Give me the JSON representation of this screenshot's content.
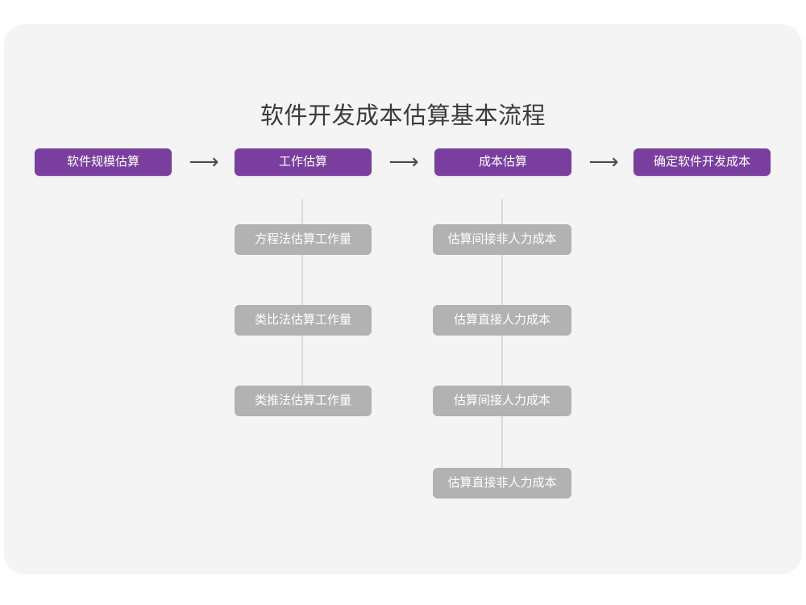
{
  "diagram": {
    "title": "软件开发成本估算基本流程",
    "colors": {
      "canvas_background": "#f4f4f4",
      "page_background": "#ffffff",
      "stage_fill": "#7a3f9e",
      "stage_text": "#ffffff",
      "sub_fill": "#b2b2b2",
      "sub_text": "#ffffff",
      "connector": "#d9d9d9",
      "arrow": "#4a4a4a",
      "title_text": "#3b3b3b"
    },
    "arrows": {
      "glyph": "⟶",
      "name": "right-arrow-icon",
      "count": 3
    },
    "stages": [
      {
        "label": "软件规模估算",
        "children": []
      },
      {
        "label": "工作估算",
        "children": [
          "方程法估算工作量",
          "类比法估算工作量",
          "类推法估算工作量"
        ]
      },
      {
        "label": "成本估算",
        "children": [
          "估算间接非人力成本",
          "估算直接人力成本",
          "估算间接人力成本",
          "估算直接非人力成本"
        ]
      },
      {
        "label": "确定软件开发成本",
        "children": []
      }
    ]
  }
}
